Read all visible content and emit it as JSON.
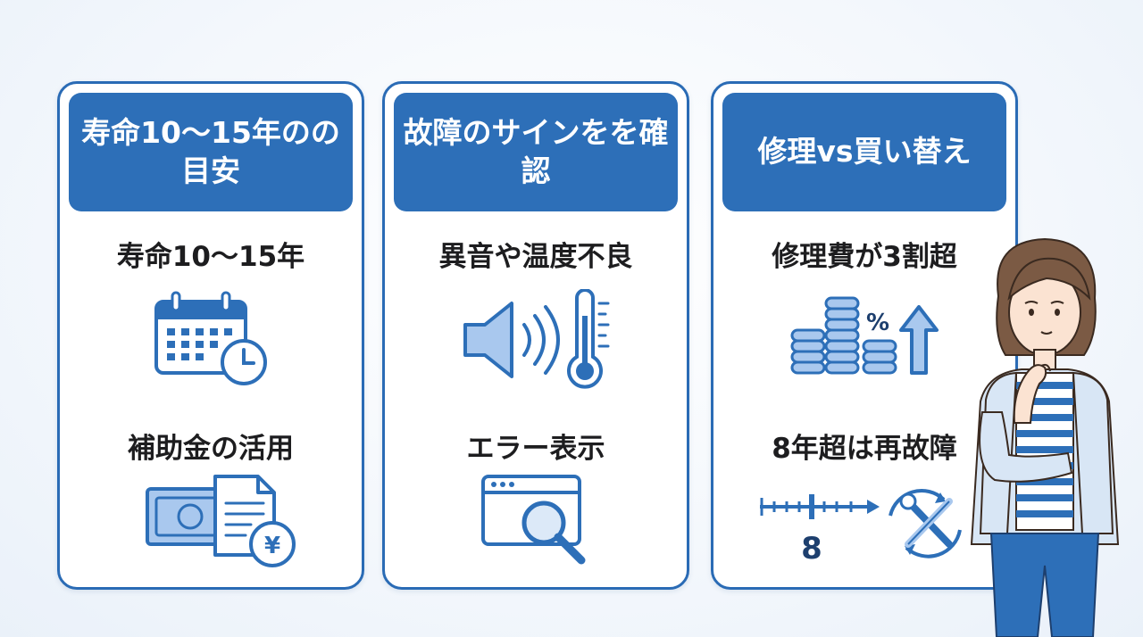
{
  "cards": [
    {
      "title": "寿命10〜15年のの目安",
      "items": [
        {
          "label": "寿命10〜15年",
          "icon": "calendar-clock-icon"
        },
        {
          "label": "補助金の活用",
          "icon": "money-document-yen-icon"
        }
      ]
    },
    {
      "title": "故障のサインをを確認",
      "items": [
        {
          "label": "異音や温度不良",
          "icon": "speaker-thermometer-icon"
        },
        {
          "label": "エラー表示",
          "icon": "window-magnifier-icon"
        }
      ]
    },
    {
      "title": "修理vs買い替え",
      "items": [
        {
          "label": "修理費が3割超",
          "icon": "coins-percent-arrow-icon"
        },
        {
          "label": "8年超は再故障",
          "icon": "timeline-tools-icon"
        }
      ]
    }
  ],
  "timeline_number": "8",
  "coins_symbol": "%",
  "yen_symbol": "¥",
  "colors": {
    "primary": "#2d6fb8",
    "light_blue": "#a9c8ee",
    "text": "#1d1d1f"
  }
}
